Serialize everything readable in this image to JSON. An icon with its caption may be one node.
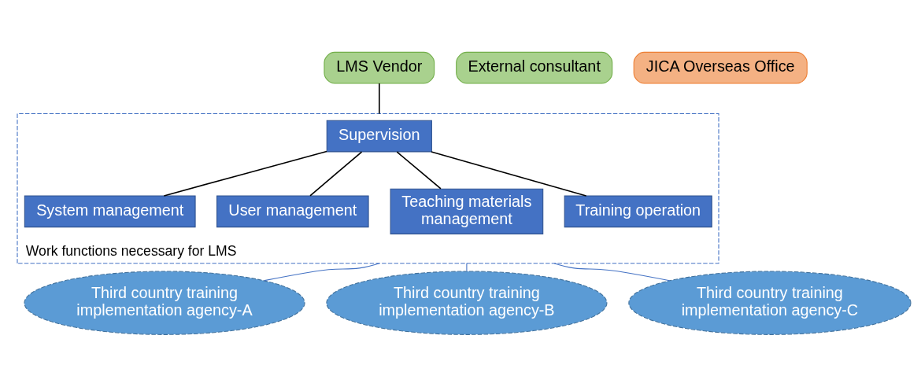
{
  "diagram": {
    "nodes": [
      {
        "text": [
          "LMS Vendor"
        ]
      },
      {
        "text": [
          "External consultant"
        ]
      },
      {
        "text": [
          "JICA Overseas Office"
        ]
      },
      {
        "text": [
          "Work functions necessary for LMS"
        ]
      },
      {
        "text": [
          "Supervision"
        ],
        "in": 3
      },
      {
        "text": [
          "System management"
        ],
        "in": 3
      },
      {
        "text": [
          "User management"
        ],
        "in": 3
      },
      {
        "text": [
          "Teaching materials management"
        ],
        "in": 3
      },
      {
        "text": [
          "Training operation"
        ],
        "in": 3
      },
      {
        "text": [
          "Third country training implementation agency-A"
        ]
      },
      {
        "text": [
          "Third country training implementation agency-B"
        ]
      },
      {
        "text": [
          "Third country training implementation agency-C"
        ]
      }
    ],
    "edges": [
      {
        "from": 0,
        "to": 3,
        "arrow": "none"
      },
      {
        "from": 4,
        "to": 5,
        "arrow": "none"
      },
      {
        "from": 4,
        "to": 6,
        "arrow": "none"
      },
      {
        "from": 4,
        "to": 7,
        "arrow": "none"
      },
      {
        "from": 4,
        "to": 8,
        "arrow": "none"
      },
      {
        "from": 3,
        "to": 9,
        "arrow": "none",
        "color": "#4472c4"
      },
      {
        "from": 3,
        "to": 10,
        "arrow": "none",
        "color": "#4472c4"
      },
      {
        "from": 3,
        "to": 11,
        "arrow": "none",
        "color": "#4472c4"
      }
    ]
  }
}
